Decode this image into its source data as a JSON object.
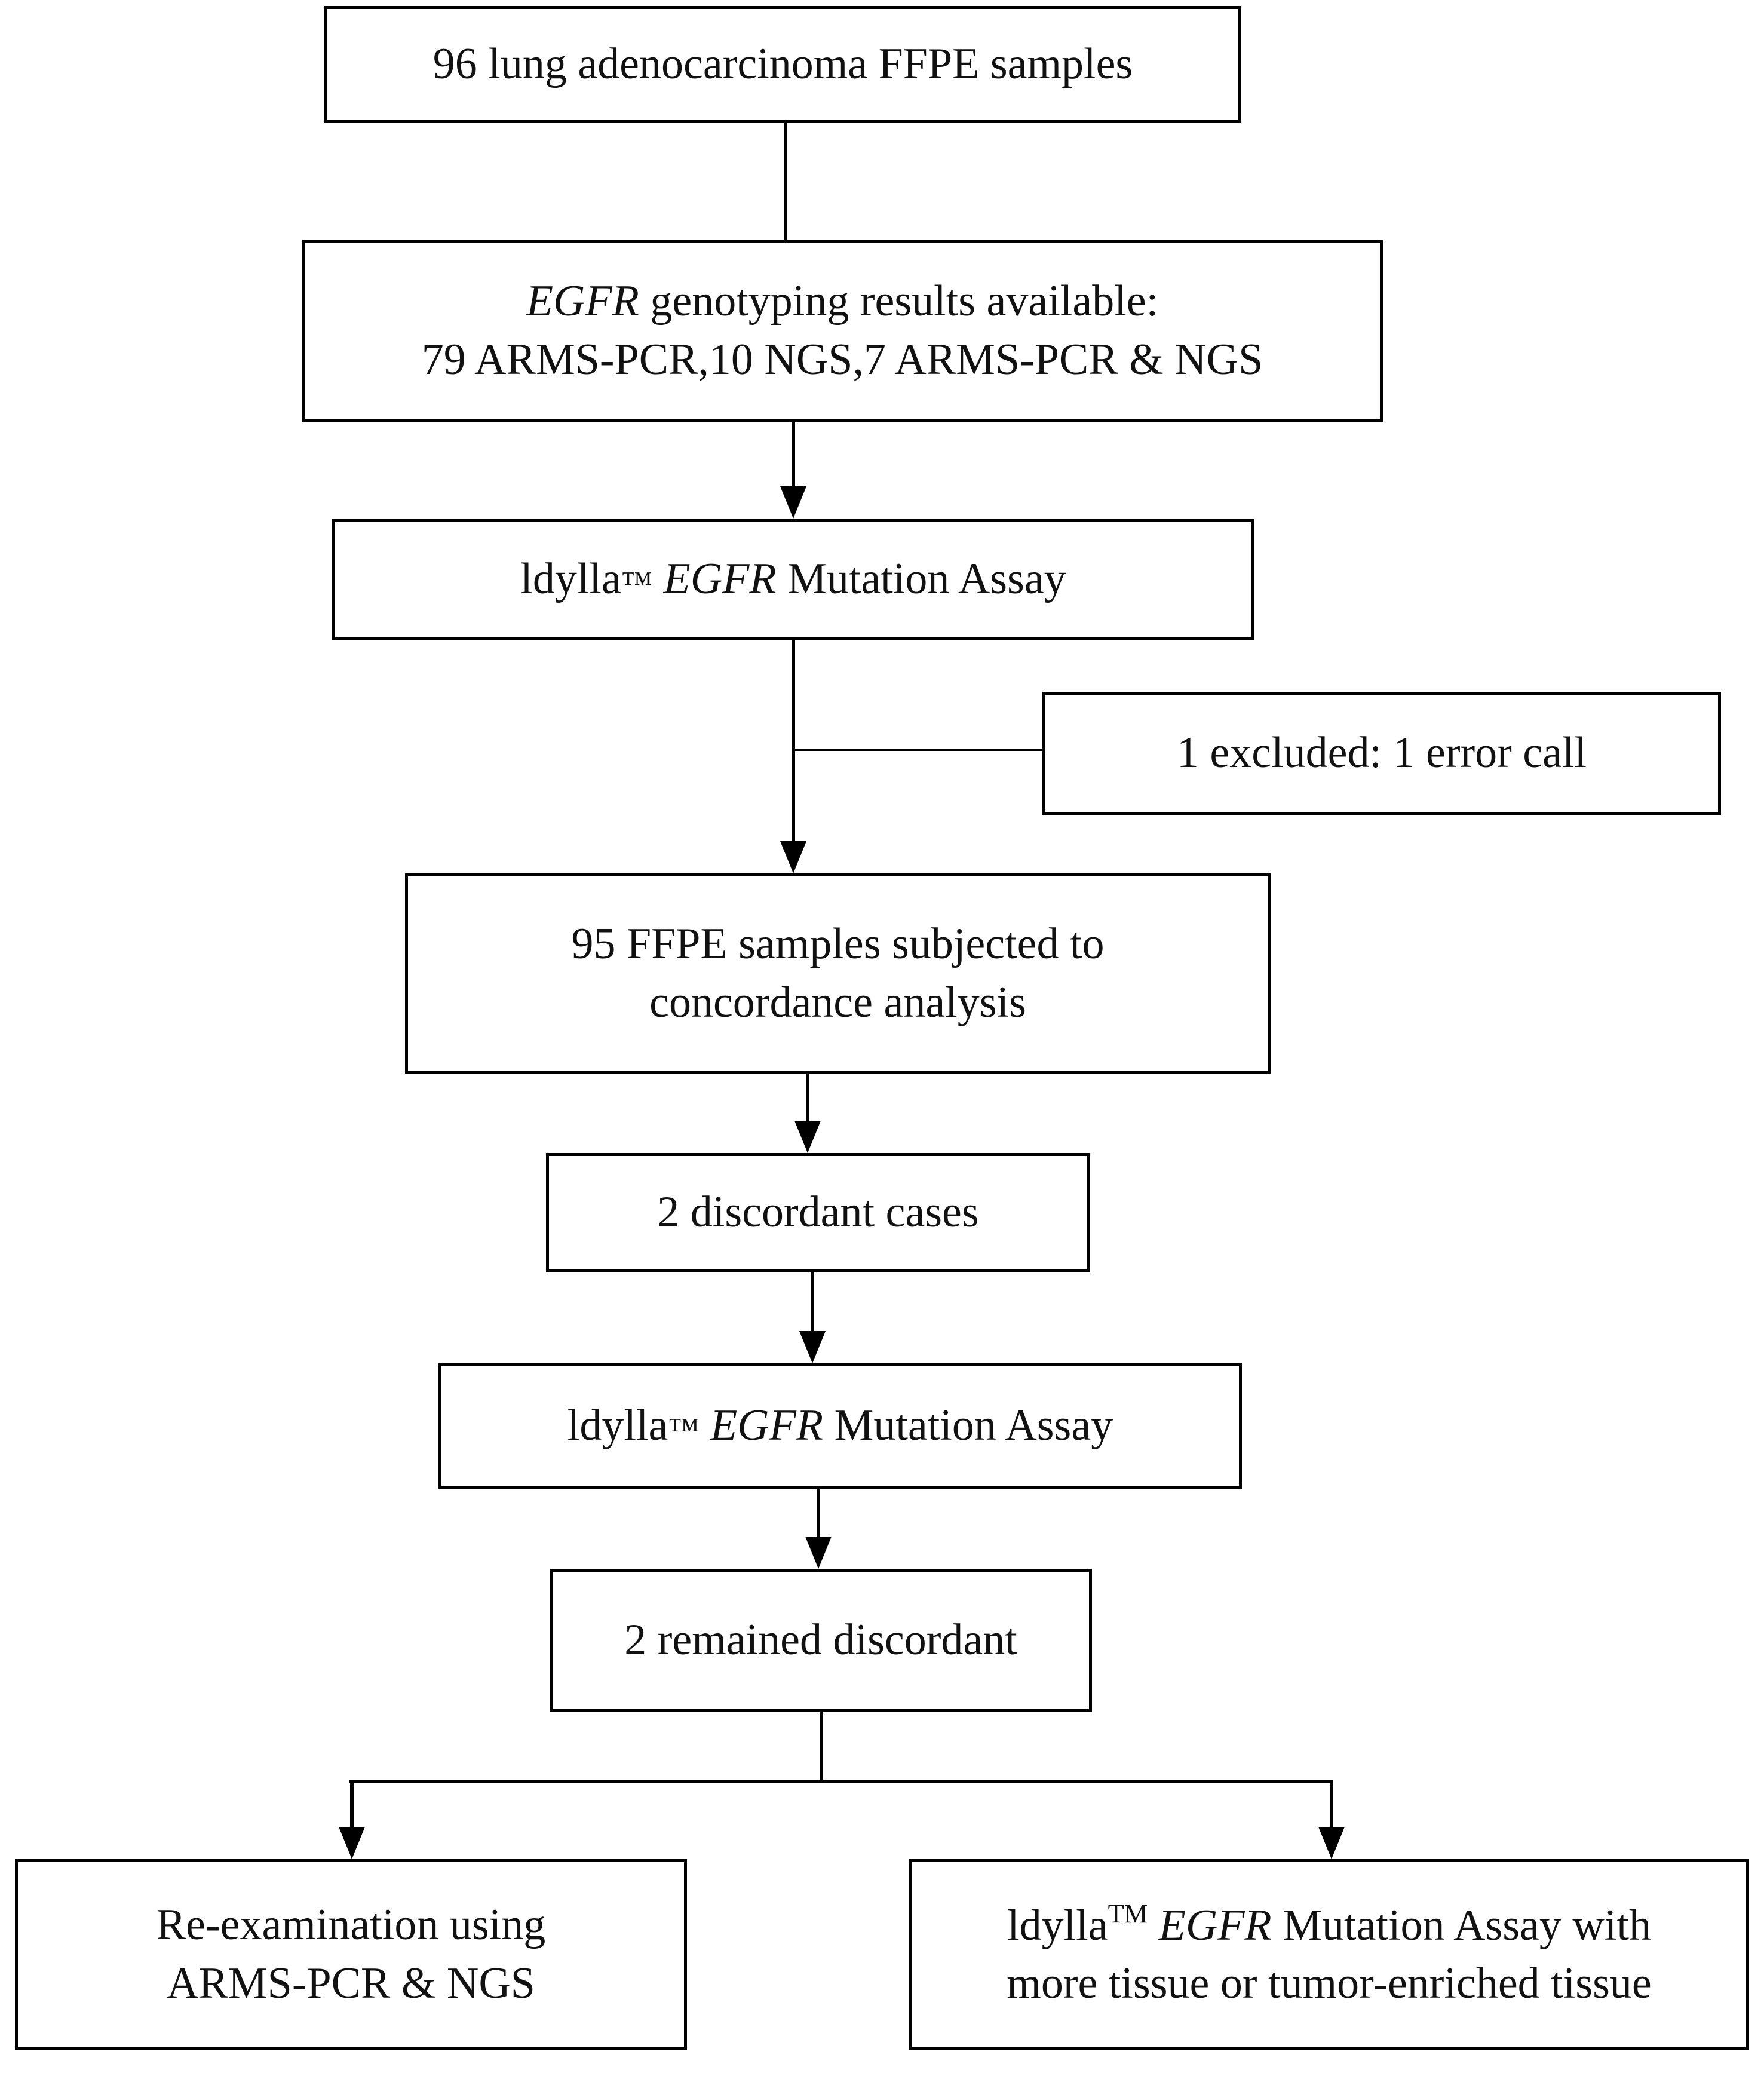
{
  "flowchart": {
    "box1": {
      "text": "96 lung adenocarcinoma FFPE samples"
    },
    "box2": {
      "gene": "EGFR",
      "line1_rest": " genotyping results available:",
      "line2": "79 ARMS-PCR,10 NGS,7 ARMS-PCR & NGS"
    },
    "box3": {
      "prefix": "ldylla",
      "tm": "™",
      "gene": "EGFR",
      "suffix": " Mutation Assay"
    },
    "excluded": {
      "text": "1 excluded: 1 error call"
    },
    "box4": {
      "line1": "95 FFPE samples subjected to",
      "line2": "concordance analysis"
    },
    "box5": {
      "text": "2 discordant cases"
    },
    "box6": {
      "prefix": "ldylla",
      "tm": "™",
      "gene": "EGFR",
      "suffix": " Mutation Assay"
    },
    "box7": {
      "text": "2 remained discordant"
    },
    "box8": {
      "line1": "Re-examination using",
      "line2": "ARMS-PCR & NGS"
    },
    "box9": {
      "prefix": "ldylla",
      "tm": "TM",
      "gene": "EGFR",
      "suffix": " Mutation Assay with",
      "line2": "more tissue or tumor-enriched tissue"
    }
  }
}
